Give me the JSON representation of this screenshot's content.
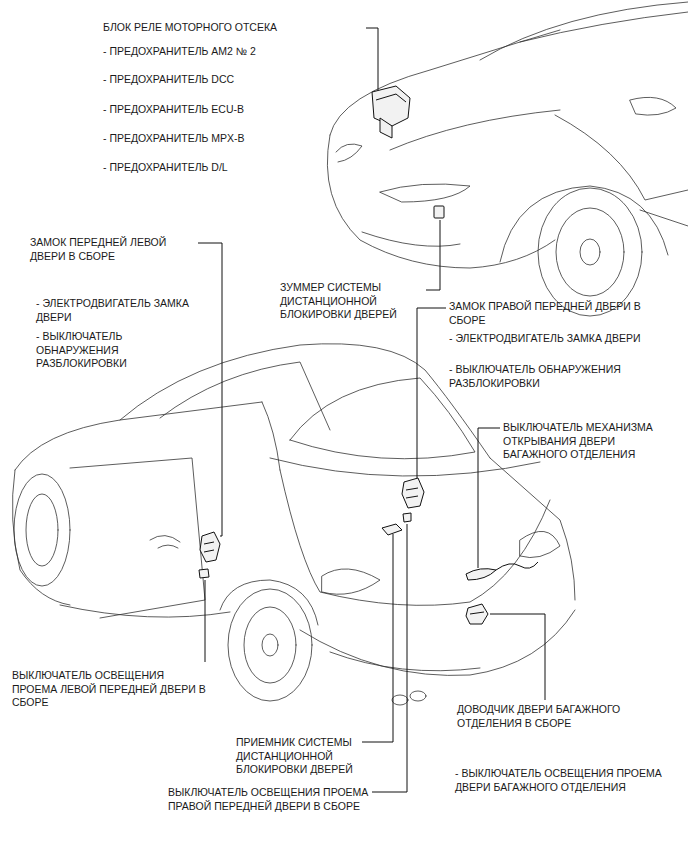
{
  "diagram": {
    "labels": [
      "БЛОК РЕЛЕ МОТОРНОГО ОТСЕКА",
      "- ПРЕДОХРАНИТЕЛЬ AM2 № 2",
      "- ПРЕДОХРАНИТЕЛЬ DCC",
      "- ПРЕДОХРАНИТЕЛЬ ECU-B",
      "- ПРЕДОХРАНИТЕЛЬ MPX-B",
      "- ПРЕДОХРАНИТЕЛЬ D/L",
      "ЗАМОК ПЕРЕДНЕЙ ЛЕВОЙ ДВЕРИ В СБОРЕ",
      "- ЭЛЕКТРОДВИГАТЕЛЬ ЗАМКА ДВЕРИ",
      "- ВЫКЛЮЧАТЕЛЬ ОБНАРУЖЕНИЯ РАЗБЛОКИРОВКИ",
      "ЗУММЕР СИСТЕМЫ ДИСТАНЦИОННОЙ БЛОКИРОВКИ ДВЕРЕЙ",
      "ЗАМОК ПРАВОЙ ПЕРЕДНЕЙ ДВЕРИ В СБОРЕ",
      "- ЭЛЕКТРОДВИГАТЕЛЬ ЗАМКА ДВЕРИ",
      "- ВЫКЛЮЧАТЕЛЬ ОБНАРУЖЕНИЯ РАЗБЛОКИРОВКИ",
      "ВЫКЛЮЧАТЕЛЬ МЕХАНИЗМА ОТКРЫВАНИЯ ДВЕРИ БАГАЖНОГО ОТДЕЛЕНИЯ",
      "ВЫКЛЮЧАТЕЛЬ ОСВЕЩЕНИЯ ПРОЕМА ЛЕВОЙ ПЕРЕДНЕЙ ДВЕРИ В СБОРЕ",
      "ПРИЕМНИК СИСТЕМЫ ДИСТАНЦИОННОЙ БЛОКИРОВКИ ДВЕРЕЙ",
      "ВЫКЛЮЧАТЕЛЬ ОСВЕЩЕНИЯ ПРОЕМА ПРАВОЙ ПЕРЕДНЕЙ ДВЕРИ В СБОРЕ",
      "ДОВОДЧИК ДВЕРИ БАГАЖНОГО ОТДЕЛЕНИЯ В СБОРЕ",
      "- ВЫКЛЮЧАТЕЛЬ ОСВЕЩЕНИЯ ПРОЕМА ДВЕРИ БАГАЖНОГО ОТДЕЛЕНИЯ"
    ]
  }
}
